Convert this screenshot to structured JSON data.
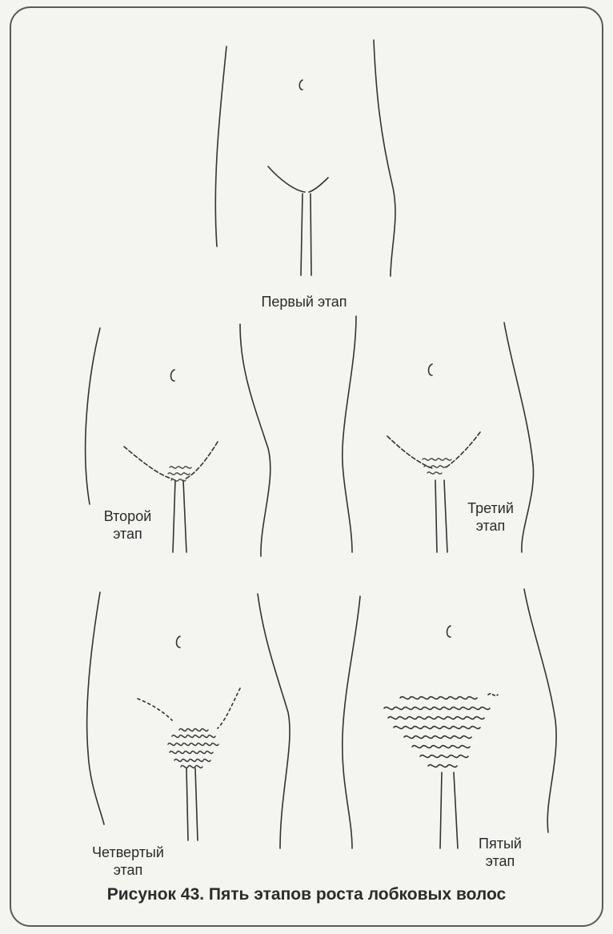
{
  "figure": {
    "caption": "Рисунок 43. Пять этапов роста лобковых волос",
    "stages": [
      {
        "label_line1": "Первый этап",
        "label_line2": ""
      },
      {
        "label_line1": "Второй",
        "label_line2": "этап"
      },
      {
        "label_line1": "Третий",
        "label_line2": "этап"
      },
      {
        "label_line1": "Четвертый",
        "label_line2": "этап"
      },
      {
        "label_line1": "Пятый",
        "label_line2": "этап"
      }
    ]
  }
}
